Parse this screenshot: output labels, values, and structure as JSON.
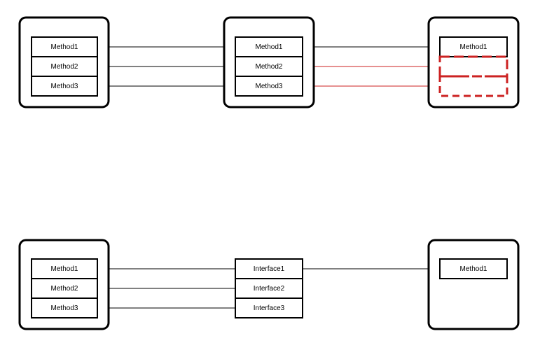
{
  "top": {
    "left_component": {
      "methods": [
        "Method1",
        "Method2",
        "Method3"
      ]
    },
    "middle_component": {
      "methods": [
        "Method1",
        "Method2",
        "Method3"
      ]
    },
    "right_component": {
      "methods": [
        "Method1"
      ]
    }
  },
  "bottom": {
    "left_component": {
      "methods": [
        "Method1",
        "Method2",
        "Method3"
      ]
    },
    "interfaces": [
      "Interface1",
      "Interface2",
      "Interface3"
    ],
    "right_component": {
      "methods": [
        "Method1"
      ]
    }
  },
  "colors": {
    "stroke": "#000000",
    "missing_link": "#cc2222",
    "background": "#ffffff"
  }
}
